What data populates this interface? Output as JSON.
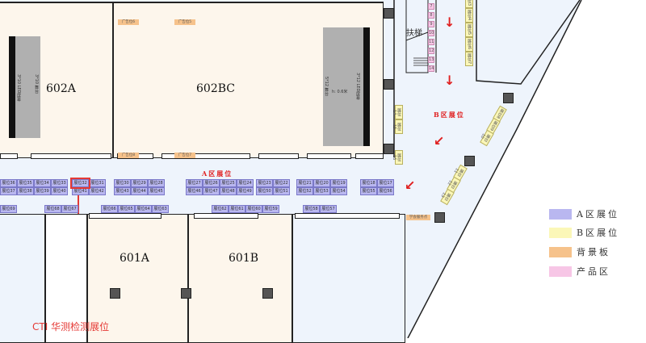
{
  "rooms": {
    "r602a": "602A",
    "r602bc": "602BC",
    "r601a": "601A",
    "r601b": "601B"
  },
  "stage_602a": {
    "led": "3*10 LED屏幕",
    "stage": "3*10 舞台"
  },
  "stage_602bc": {
    "stage": "5*12 舞台",
    "height": "h: 0.6米",
    "led": "3*12 LED屏幕"
  },
  "escalator": "扶梯",
  "ads": [
    "广告位6",
    "广告位5",
    "广告位8",
    "广告位7"
  ],
  "zone_a": "A区展位",
  "zone_b": "B区展位",
  "service_point": "学会服务点",
  "product_slots": [
    "7",
    "8",
    "9",
    "10",
    "11",
    "12",
    "13",
    "14"
  ],
  "b_booths_top": [
    "展位3",
    "展位4",
    "展位5",
    "展位6",
    "展位7"
  ],
  "b_booths_side": [
    "展位14",
    "展位15",
    "展位16"
  ],
  "b_booths_diag1": [
    "展位8",
    "展位9",
    "展位10"
  ],
  "b_booths_diag2": [
    "展位11",
    "展位12",
    "展位13"
  ],
  "a_booth_groups": [
    {
      "row1": [
        "展位36",
        "展位35",
        "展位34",
        "展位33"
      ],
      "row2": [
        "展位37",
        "展位38",
        "展位39",
        "展位40"
      ]
    },
    {
      "row1": [
        "展位32",
        "展位31"
      ],
      "row2": [
        "展位41",
        "展位42"
      ]
    },
    {
      "row1": [
        "展位30",
        "展位29",
        "展位28"
      ],
      "row2": [
        "展位43",
        "展位44",
        "展位45"
      ]
    },
    {
      "row1": [
        "展位27",
        "展位26",
        "展位25",
        "展位24"
      ],
      "row2": [
        "展位46",
        "展位47",
        "展位48",
        "展位49"
      ]
    },
    {
      "row1": [
        "展位23",
        "展位22"
      ],
      "row2": [
        "展位50",
        "展位51"
      ]
    },
    {
      "row1": [
        "展位21",
        "展位20",
        "展位19"
      ],
      "row2": [
        "展位52",
        "展位53",
        "展位54"
      ]
    },
    {
      "row1": [
        "展位18",
        "展位17"
      ],
      "row2": [
        "展位55",
        "展位56"
      ]
    }
  ],
  "a_booth_lower": [
    [
      "展位69"
    ],
    [
      "展位68",
      "展位67"
    ],
    [
      "展位66",
      "展位65",
      "展位64",
      "展位63"
    ],
    [
      "展位62",
      "展位61",
      "展位60",
      "展位59"
    ],
    [
      "展位58",
      "展位57"
    ]
  ],
  "highlight": {
    "booth": "展位32",
    "callout": "CTI 华测检测展位",
    "color": "#e53935"
  },
  "legend": [
    {
      "label": "A区展位",
      "color": "#b9b7f0"
    },
    {
      "label": "B区展位",
      "color": "#fbf7b8"
    },
    {
      "label": "背景板",
      "color": "#f6c28b"
    },
    {
      "label": "产品区",
      "color": "#f7c6e6"
    }
  ]
}
